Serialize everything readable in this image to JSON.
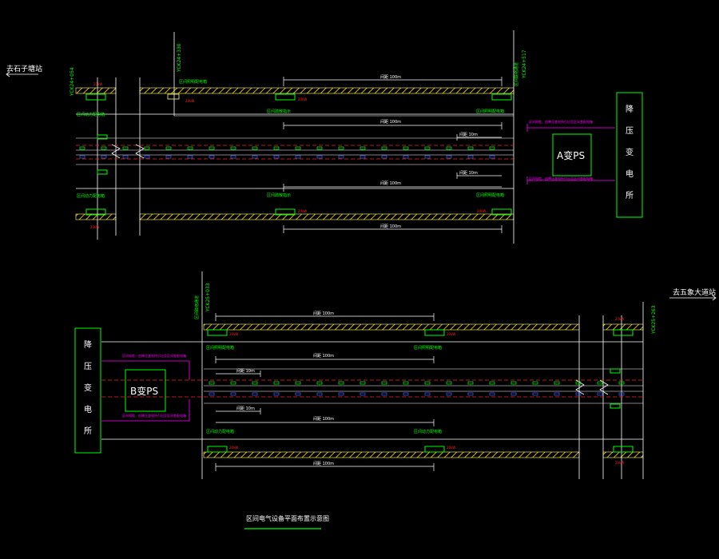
{
  "labels": {
    "to_left_station": "去石子塘站",
    "to_right_station": "去五象大道站",
    "station_a_chainage": "YCK24+054",
    "ref_1": "YCK24+330",
    "ref_2": "YCK24+517",
    "ref_3": "YCK25+033",
    "station_b_chainage": "YCK25+263",
    "vertical_note": "区间联络通道",
    "ps_a": "A变PS",
    "ps_b": "B变PS",
    "substation_chars": [
      "降",
      "压",
      "变",
      "电",
      "所"
    ],
    "dim_100m": "间距 100m",
    "dim_10m": "间距 10m",
    "device_light": "区间照明配电箱",
    "device_power": "区间动力配电箱",
    "device_sign": "区间疏散指示",
    "cable_note": "区间电缆，由降压变电所引出至区间各配电箱",
    "power_tag": "20kW",
    "title": "区间电气设备平面布置示意图"
  },
  "colors": {
    "background": "#000000",
    "rail": "#ffffff",
    "wall": "#ffff80",
    "device": "#00ff00",
    "dim": "#ffffff",
    "red": "#ff2020",
    "magenta": "#ff00ff",
    "blue": "#4060ff"
  }
}
